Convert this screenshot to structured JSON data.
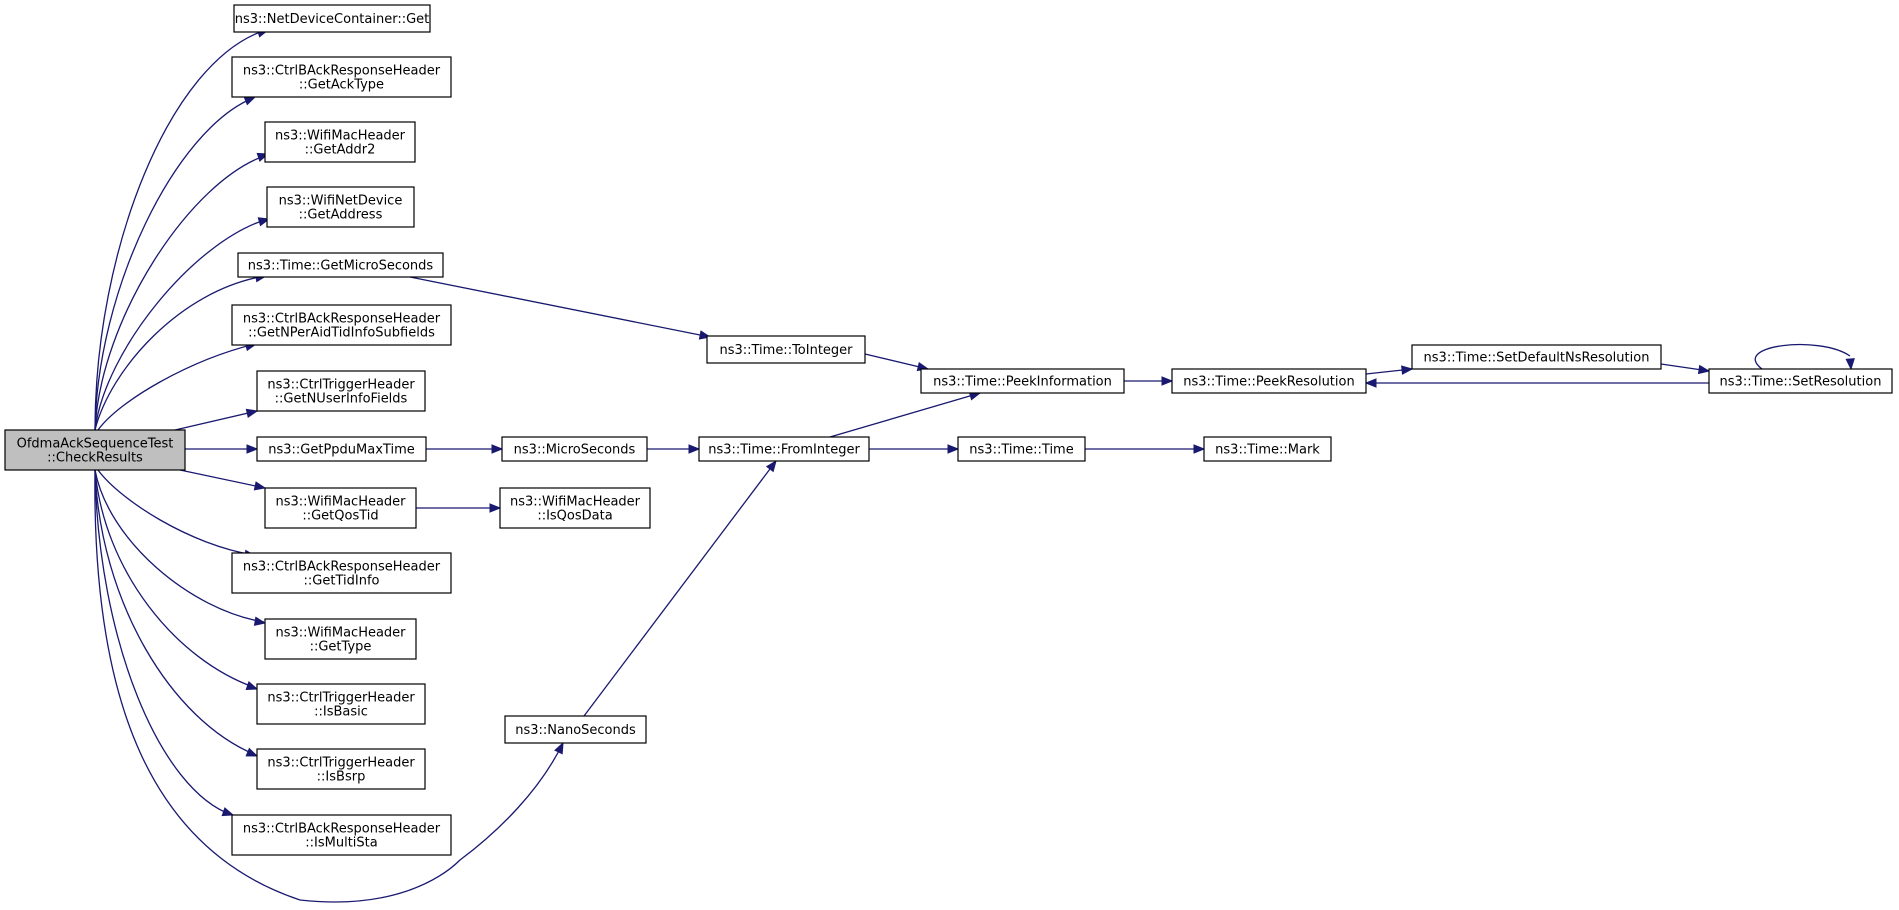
{
  "graph": {
    "root": [
      "OfdmaAckSequenceTest",
      "::CheckResults"
    ],
    "nodes": {
      "root": [
        "OfdmaAckSequenceTest",
        "::CheckResults"
      ],
      "get": [
        "ns3::NetDeviceContainer::Get"
      ],
      "getacktype": [
        "ns3::CtrlBAckResponseHeader",
        "::GetAckType"
      ],
      "getaddr2": [
        "ns3::WifiMacHeader",
        "::GetAddr2"
      ],
      "getaddress": [
        "ns3::WifiNetDevice",
        "::GetAddress"
      ],
      "getmicroseconds": [
        "ns3::Time::GetMicroSeconds"
      ],
      "getnperaid": [
        "ns3::CtrlBAckResponseHeader",
        "::GetNPerAidTidInfoSubfields"
      ],
      "getnuserinfo": [
        "ns3::CtrlTriggerHeader",
        "::GetNUserInfoFields"
      ],
      "getppdumaxtime": [
        "ns3::GetPpduMaxTime"
      ],
      "getqostid": [
        "ns3::WifiMacHeader",
        "::GetQosTid"
      ],
      "gettidinfo": [
        "ns3::CtrlBAckResponseHeader",
        "::GetTidInfo"
      ],
      "gettype": [
        "ns3::WifiMacHeader",
        "::GetType"
      ],
      "isbasic": [
        "ns3::CtrlTriggerHeader",
        "::IsBasic"
      ],
      "isbsrp": [
        "ns3::CtrlTriggerHeader",
        "::IsBsrp"
      ],
      "ismultista": [
        "ns3::CtrlBAckResponseHeader",
        "::IsMultiSta"
      ],
      "nanoseconds": [
        "ns3::NanoSeconds"
      ],
      "microseconds": [
        "ns3::MicroSeconds"
      ],
      "isqosdata": [
        "ns3::WifiMacHeader",
        "::IsQosData"
      ],
      "tointeger": [
        "ns3::Time::ToInteger"
      ],
      "frominteger": [
        "ns3::Time::FromInteger"
      ],
      "peekinformation": [
        "ns3::Time::PeekInformation"
      ],
      "time": [
        "ns3::Time::Time"
      ],
      "peekresolution": [
        "ns3::Time::PeekResolution"
      ],
      "mark": [
        "ns3::Time::Mark"
      ],
      "setdefaultns": [
        "ns3::Time::SetDefaultNsResolution"
      ],
      "setresolution": [
        "ns3::Time::SetResolution"
      ]
    },
    "edges": [
      [
        "root",
        "get"
      ],
      [
        "root",
        "getacktype"
      ],
      [
        "root",
        "getaddr2"
      ],
      [
        "root",
        "getaddress"
      ],
      [
        "root",
        "getmicroseconds"
      ],
      [
        "root",
        "getnperaid"
      ],
      [
        "root",
        "getnuserinfo"
      ],
      [
        "root",
        "getppdumaxtime"
      ],
      [
        "root",
        "getqostid"
      ],
      [
        "root",
        "gettidinfo"
      ],
      [
        "root",
        "gettype"
      ],
      [
        "root",
        "isbasic"
      ],
      [
        "root",
        "isbsrp"
      ],
      [
        "root",
        "ismultista"
      ],
      [
        "root",
        "nanoseconds"
      ],
      [
        "getmicroseconds",
        "tointeger"
      ],
      [
        "tointeger",
        "peekinformation"
      ],
      [
        "getppdumaxtime",
        "microseconds"
      ],
      [
        "microseconds",
        "frominteger"
      ],
      [
        "nanoseconds",
        "frominteger"
      ],
      [
        "getqostid",
        "isqosdata"
      ],
      [
        "frominteger",
        "peekinformation"
      ],
      [
        "frominteger",
        "time"
      ],
      [
        "peekinformation",
        "peekresolution"
      ],
      [
        "time",
        "mark"
      ],
      [
        "peekresolution",
        "setdefaultns"
      ],
      [
        "setdefaultns",
        "setresolution"
      ],
      [
        "setresolution",
        "peekresolution"
      ],
      [
        "setresolution",
        "setresolution"
      ]
    ]
  }
}
